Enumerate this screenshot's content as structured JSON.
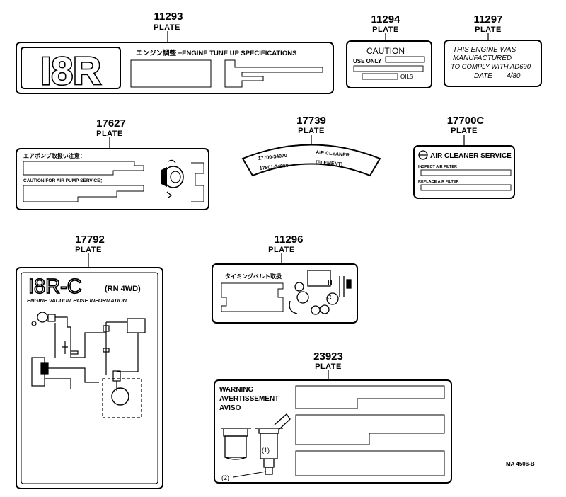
{
  "plates": {
    "p11293": {
      "number": "11293",
      "label": "PLATE",
      "model": "I8R",
      "header": "エンジン調整 −ENGINE TUNE UP SPECIFICATIONS"
    },
    "p11294": {
      "number": "11294",
      "label": "PLATE",
      "caution": "CAUTION",
      "use_only": "USE ONLY",
      "oils": "OILS"
    },
    "p11297": {
      "number": "11297",
      "label": "PLATE",
      "line1": "THIS ENGINE WAS",
      "line2": "MANUFACTURED",
      "line3": "TO COMPLY WITH AD690",
      "date_label": "DATE",
      "date_value": "4/80"
    },
    "p17627": {
      "number": "17627",
      "label": "PLATE",
      "jp_header": "エアポンプ取扱い注意：",
      "caution_line": "CAUTION FOR AIR PUMP SERVICE："
    },
    "p17739": {
      "number": "17739",
      "label": "PLATE",
      "part1": "17700-34070",
      "part2": "17801-34060",
      "desc1": "AIR CLEANER",
      "desc2": "(ELEMENT)"
    },
    "p17700C": {
      "number": "17700C",
      "label": "PLATE",
      "title": "AIR CLEANER SERVICE",
      "inspect": "INSPECT AIR FILTER",
      "replace": "REPLACE AIR FILTER"
    },
    "p17792": {
      "number": "17792",
      "label": "PLATE",
      "model": "I8R-C",
      "variant": "(RN 4WD)",
      "subtitle": "ENGINE VACUUM HOSE INFORMATION"
    },
    "p11296": {
      "number": "11296",
      "label": "PLATE",
      "jp_header": "タイミングベルト取扱",
      "h_mark": "H",
      "c_mark": "C"
    },
    "p23923": {
      "number": "23923",
      "label": "PLATE",
      "warn1": "WARNING",
      "warn2": "AVERTISSEMENT",
      "warn3": "AVISO",
      "callout1": "(1)",
      "callout2": "(2)"
    }
  },
  "ref_code": "MA 4506-B"
}
